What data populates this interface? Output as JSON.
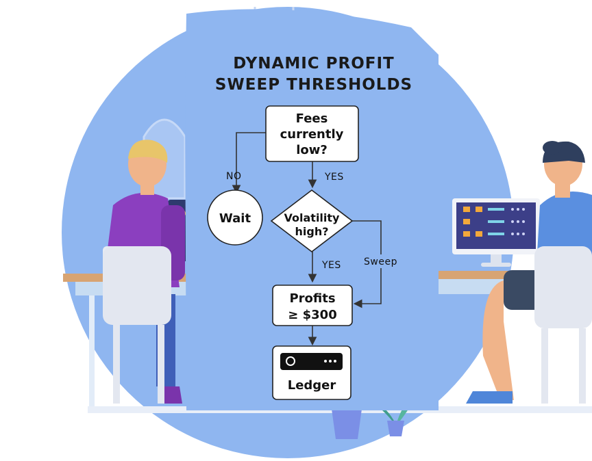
{
  "title": {
    "line1": "DYNAMIC PROFIT",
    "line2": "SWEEP THRESHOLDS"
  },
  "nodes": {
    "fees": {
      "lines": [
        "Fees",
        "currently",
        "low?"
      ]
    },
    "wait": {
      "label": "Wait"
    },
    "volatility": {
      "lines": [
        "Volatility",
        "high?"
      ]
    },
    "profits": {
      "lines": [
        "Profits",
        "≥ $300"
      ]
    },
    "ledger": {
      "label": "Ledger"
    }
  },
  "edges": {
    "fees_no": "NO",
    "fees_yes": "YES",
    "vol_yes": "YES",
    "vol_sweep": "Sweep"
  },
  "colors": {
    "background_circle": "#8fb6f0",
    "flowchart_panel": "#8fb6f0",
    "node_fill": "#ffffff",
    "node_stroke": "#222222",
    "left_person_shirt": "#8b3fbf",
    "right_person_shirt": "#5a8fe0"
  }
}
